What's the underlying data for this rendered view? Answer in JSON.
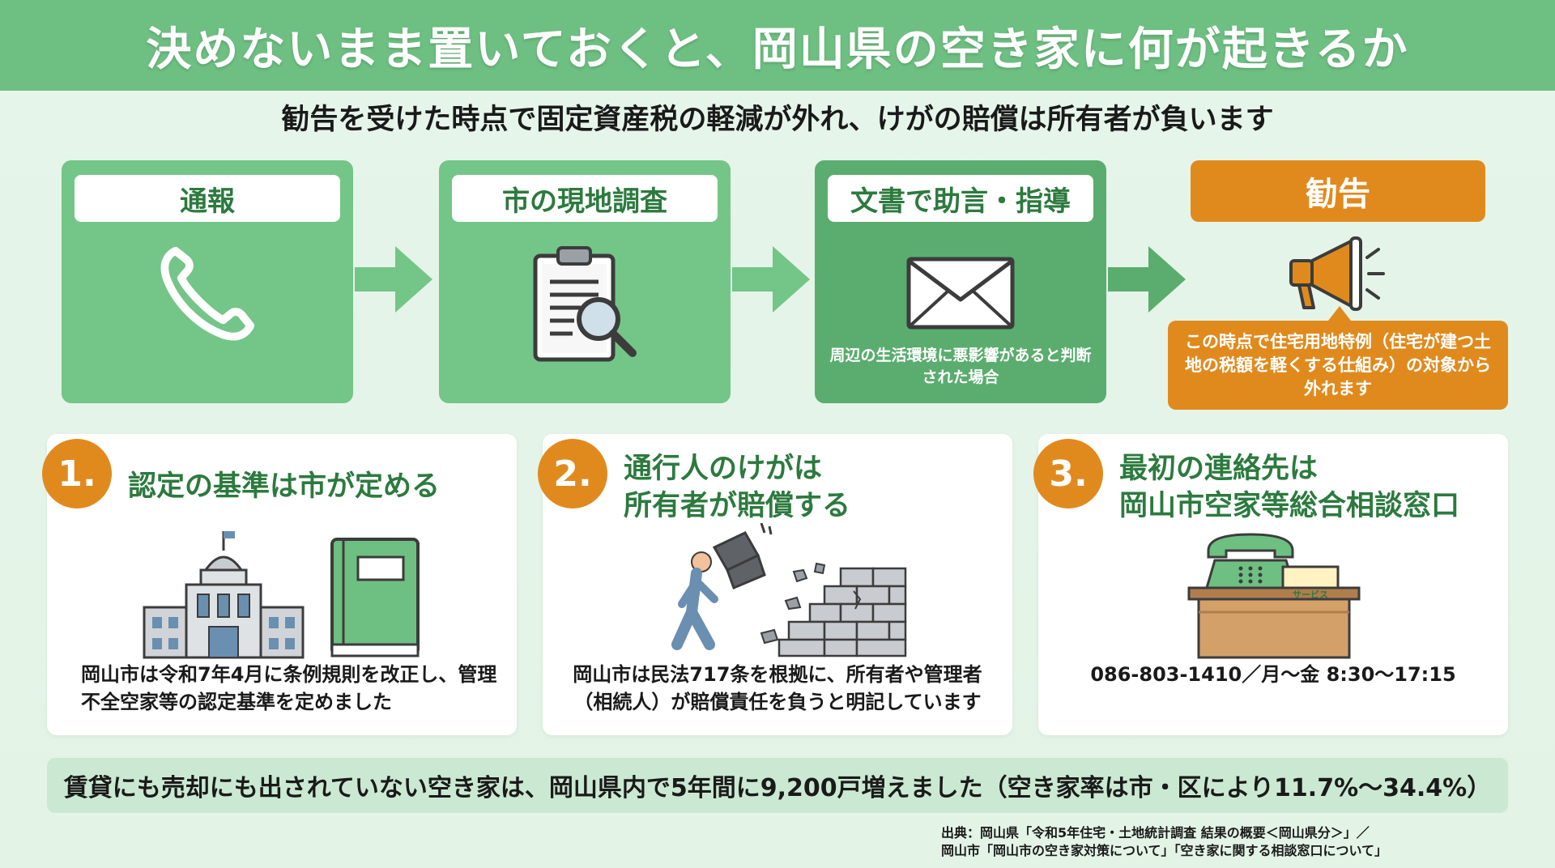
{
  "header": {
    "title": "決めないまま置いておくと、岡山県の空き家に何が起きるか",
    "subtitle": "勧告を受けた時点で固定資産税の軽減が外れ、けがの賠償は所有者が負います"
  },
  "flow": {
    "steps": [
      {
        "label": "通報",
        "icon": "phone-icon"
      },
      {
        "label": "市の現地調査",
        "icon": "clipboard-magnifier-icon"
      },
      {
        "label": "文書で助言・指導",
        "icon": "envelope-icon",
        "note": "周辺の生活環境に悪影響があると判断された場合"
      },
      {
        "label": "勧告",
        "icon": "megaphone-icon",
        "note": "この時点で住宅用地特例（住宅が建つ土地の税額を軽くする仕組み）の対象から外れます"
      }
    ]
  },
  "cards": [
    {
      "number": "1.",
      "title": "認定の基準は市が定める",
      "description": "岡山市は令和7年4月に条例規則を改正し、管理不全空家等の認定基準を定めました",
      "icon": "city-hall-and-book-icon"
    },
    {
      "number": "2.",
      "title_line1": "通行人のけがは",
      "title_line2": "所有者が賠償する",
      "description": "岡山市は民法717条を根拠に、所有者や管理者（相続人）が賠償責任を負うと明記しています",
      "icon": "falling-tiles-pedestrian-icon"
    },
    {
      "number": "3.",
      "title_line1": "最初の連絡先は",
      "title_line2": "岡山市空家等総合相談窓口",
      "description": "086-803-1410／月〜金 8:30〜17:15",
      "desk_sign": "サービス",
      "icon": "service-desk-telephone-icon"
    }
  ],
  "footer": {
    "summary": "賃貸にも売却にも出されていない空き家は、岡山県内で5年間に9,200戸増えました（空き家率は市・区により11.7%〜34.4%）",
    "source_line1": "出典：岡山県「令和5年住宅・土地統計調査 結果の概要＜岡山県分＞」／",
    "source_line2": "岡山市「岡山市の空き家対策について」「空き家に関する相談窓口について」"
  },
  "colors": {
    "green": "#74c588",
    "dark_green": "#5aad6e",
    "title_green": "#2c7a3e",
    "orange": "#e08a1e",
    "background": "#e6f5ea"
  }
}
